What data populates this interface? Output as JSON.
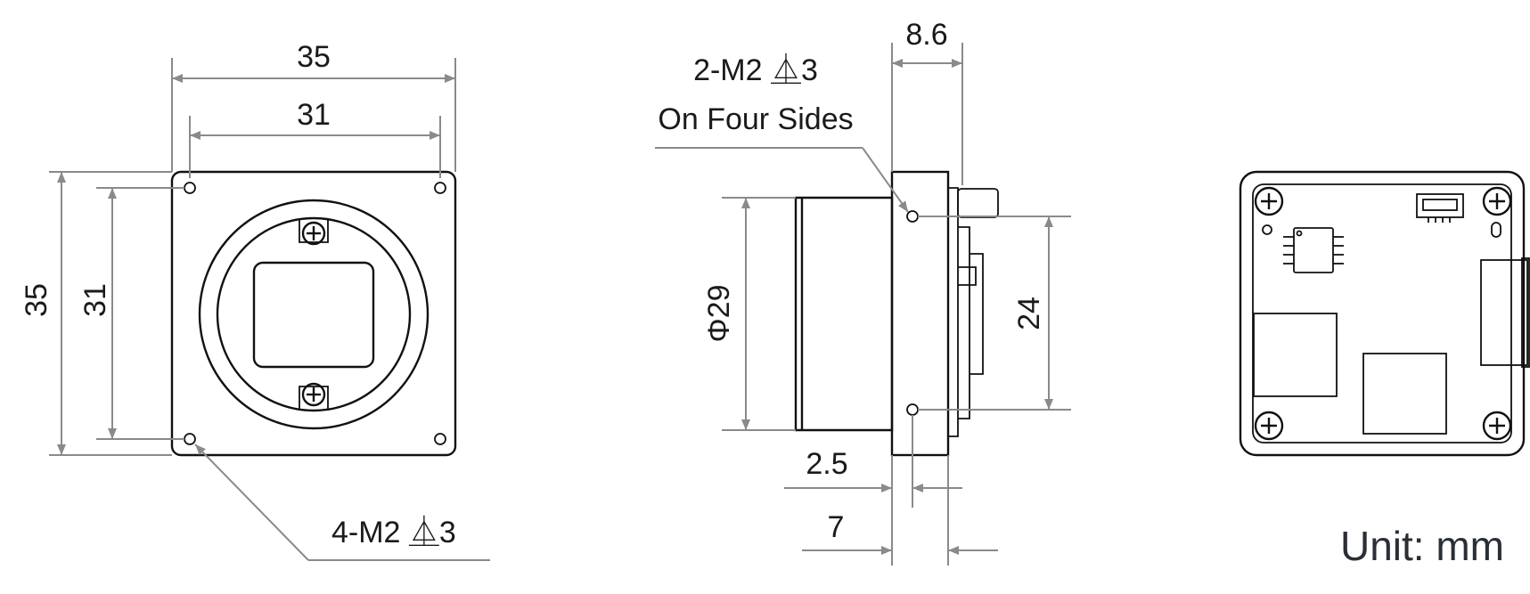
{
  "drawing": {
    "front_view": {
      "width_outer": "35",
      "width_holes": "31",
      "height_outer": "35",
      "height_holes": "31",
      "hole_callout": "4-M2 ⏅3"
    },
    "side_view": {
      "depth": "8.6",
      "hole_callout_line1": "2-M2 ⏅3",
      "hole_callout_line2": "On Four Sides",
      "diameter": "Φ29",
      "hole_spacing": "24",
      "offset_small": "2.5",
      "offset_large": "7"
    },
    "unit_label": "Unit: mm"
  },
  "colors": {
    "outline": "#111111",
    "dimension": "#8a8a8a",
    "text": "#1a1a1a"
  }
}
